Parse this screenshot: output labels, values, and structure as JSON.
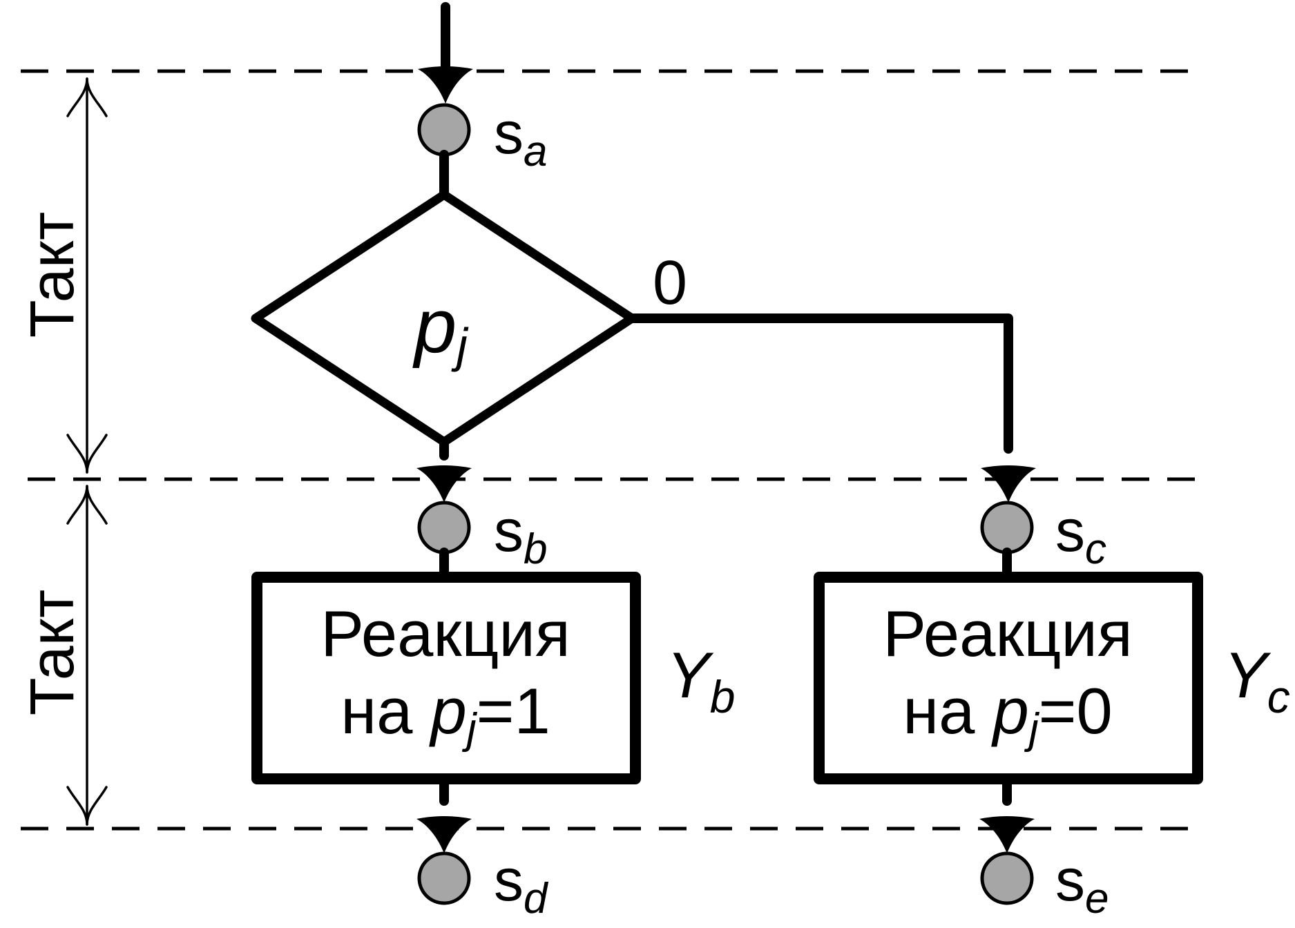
{
  "diagram": {
    "period_label": "Такт",
    "states": {
      "s_base": "s",
      "a": "a",
      "b": "b",
      "c": "c",
      "d": "d",
      "e": "e"
    },
    "condition": {
      "var": "p",
      "sub": "j",
      "false_branch_label": "0"
    },
    "box_b": {
      "line1": "Реакция",
      "prefix": "на ",
      "var": "p",
      "sub": "j",
      "suffix": "=1",
      "output_base": "Y",
      "output_sub": "b"
    },
    "box_c": {
      "line1": "Реакция",
      "prefix": "на ",
      "var": "p",
      "sub": "j",
      "suffix": "=0",
      "output_base": "Y",
      "output_sub": "c"
    }
  }
}
